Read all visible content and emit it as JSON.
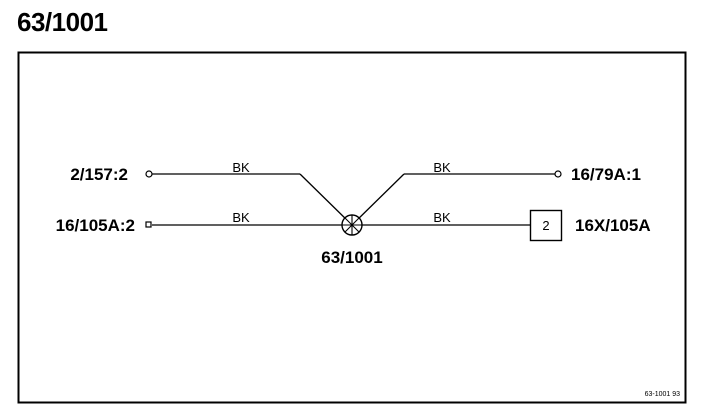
{
  "page_title": "63/1001",
  "connectors": {
    "left_top": "2/157:2",
    "left_bottom": "16/105A:2",
    "right_top": "16/79A:1",
    "right_bottom": "16X/105A"
  },
  "wires": {
    "left_top_color": "BK",
    "left_bottom_color": "BK",
    "right_top_color": "BK",
    "right_bottom_color": "BK"
  },
  "splice": {
    "label": "63/1001"
  },
  "connector_box": {
    "pin": "2"
  },
  "footer": {
    "ref": "63-1001  93"
  }
}
